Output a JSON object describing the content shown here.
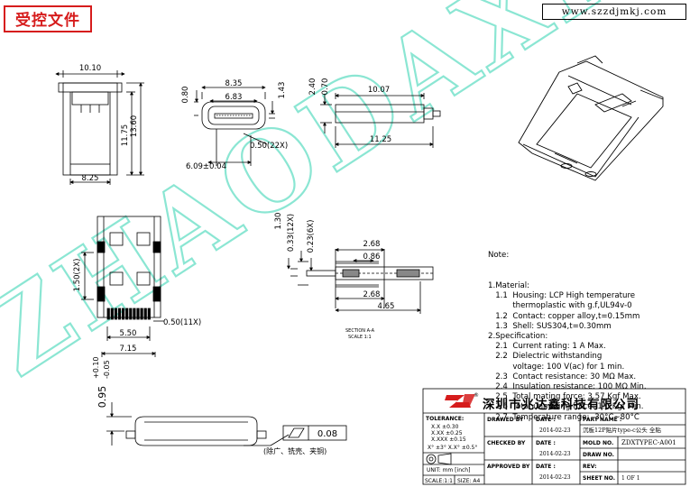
{
  "header": {
    "stamp_label": "受控文件",
    "website": "www.szzdjmkj.com"
  },
  "watermark": "ZHAODAXIN",
  "dims": {
    "top_width": "10.10",
    "top_height_1": "11.75",
    "top_height_2": "13.60",
    "bottom_width": "8.25",
    "front_w1": "8.35",
    "front_w2": "6.83",
    "front_h1": "0.80",
    "front_h2": "1.43",
    "front_pitch": "0.50(22X)",
    "front_pin_span": "6.09±0.04",
    "side_h1": "2.40",
    "side_h2": "0.70",
    "side_w1": "10.07",
    "side_w2": "11.25",
    "pad_v1": "1.30",
    "pad_v2": "0.33(12X)",
    "pad_v3": "0.23(6X)",
    "pad_pitch_v": "1.50(2X)",
    "pad_pitch_h": "0.50(11X)",
    "pad_w1": "5.50",
    "pad_w2": "7.15",
    "sec_h1": "2.68",
    "sec_h2": "0.86",
    "sec_h3": "2.68",
    "sec_h4": "4.65",
    "section_label": "SECTION A-A",
    "section_scale": "SCALE 1:1",
    "bottom_h": "0.95",
    "bottom_tol_plus": "+0.10",
    "bottom_tol_minus": "-0.05",
    "flatness_value": "0.08",
    "process_note": "(除广、铣壳、夹铜)"
  },
  "notes": {
    "title": "Note:",
    "lines": [
      "1.Material:",
      "   1.1  Housing: LCP High temperature",
      "          thermoplastic with g.f,UL94v-0",
      "   1.2  Contact: copper alloy,t=0.15mm",
      "   1.3  Shell: SUS304,t=0.30mm",
      "2.Specification:",
      "   2.1  Current rating: 1 A Max.",
      "   2.2  Dielectric withstanding",
      "          voltage: 100 V(ac) for 1 min.",
      "   2.3  Contact resistance: 30 MΩ Max.",
      "   2.4  Insulation resistance: 100 MΩ Min.",
      "   2.5  Total mating force: 3.57 Kgf Max.",
      "   2.6  Total unmating force: 1.0 Kgf Min.",
      "   2.7  Temperature range: -30°C~80°C"
    ]
  },
  "title_block": {
    "company": "深圳市兆达鑫科技有限公司",
    "logo_mark": "®",
    "tolerance_label": "TOLERANCE:",
    "tol_x": "X.X      ±0.30",
    "tol_xx": "X.XX    ±0.25",
    "tol_xxx": "X.XXX  ±0.15",
    "tol_ang": "X°  ±3°       X.X°  ±0.5°",
    "unit_label": "UNIT:  mm  [inch]",
    "scale_label": "SCALE:1:1",
    "size_label": "SIZE: A4",
    "drawn_by": "DRAWED BY",
    "checked_by": "CHECKED BY",
    "approved_by": "APPROVED BY",
    "date_label": "DATE :",
    "date_value": "2014-02-23",
    "part_name_label": "PART NAME :",
    "part_name_value": "沉板12P贴片type-c公头 全贴",
    "mold_no_label": "MOLD NO.",
    "mold_no_value": "ZDXTYPEC-A001",
    "draw_no_label": "DRAW NO.",
    "rev_label": "REV:",
    "sheet_label": "SHEET NO.",
    "sheet_value": "1  OF  1"
  }
}
